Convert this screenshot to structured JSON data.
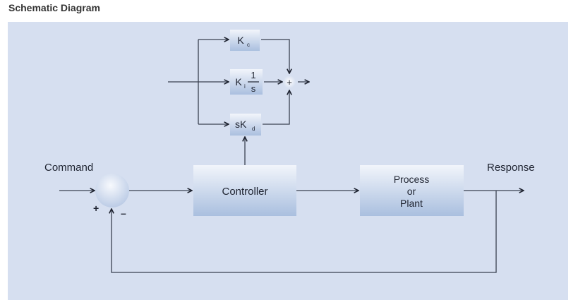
{
  "page": {
    "title": "Schematic Diagram"
  },
  "diagram": {
    "colors": {
      "panel_background": "#d6dff0",
      "line": "#3a4150",
      "block_top": "#f2f5fb",
      "block_bottom": "#aabfdf",
      "text": "#1e2330"
    },
    "labels": {
      "command": "Command",
      "response": "Response",
      "plus_sign": "+",
      "minus_sign": "–",
      "sum_plus": "+"
    },
    "blocks": {
      "controller": "Controller",
      "process_line1": "Process",
      "process_line2": "or",
      "process_line3": "Plant",
      "kc_main": "K",
      "kc_sub": "c",
      "ki_main": "K",
      "ki_sub": "i",
      "ki_num": "1",
      "ki_den": "s",
      "kd_prefix": "sK",
      "kd_sub": "d"
    }
  }
}
